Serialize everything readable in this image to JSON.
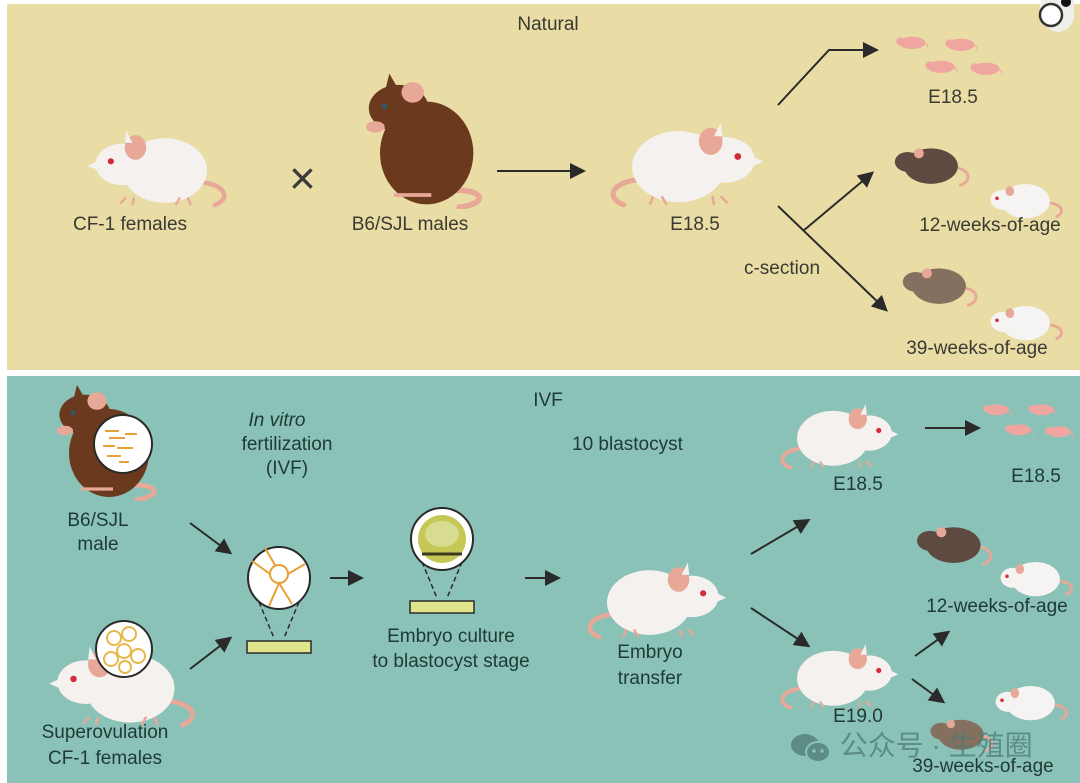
{
  "natural_panel": {
    "title": "Natural",
    "labels": {
      "female": "CF-1 females",
      "male": "B6/SJL males",
      "pregnant": "E18.5",
      "csection": "c-section",
      "pups": "E18.5",
      "age12": "12-weeks-of-age",
      "age39": "39-weeks-of-age"
    },
    "cross_symbol": "×"
  },
  "ivf_panel": {
    "title": "IVF",
    "labels": {
      "male_line1": "B6/SJL",
      "male_line2": "male",
      "female_line1": "Superovulation",
      "female_line2": "CF-1 females",
      "ivf_line1": "In vitro",
      "ivf_line2": "fertilization",
      "ivf_line3": "(IVF)",
      "culture_line1": "Embryo culture",
      "culture_line2": "to blastocyst stage",
      "blastocyst": "10 blastocyst",
      "transfer_line1": "Embryo",
      "transfer_line2": "transfer",
      "surrogate_a": "E18.5",
      "pups": "E18.5",
      "surrogate_b": "E19.0",
      "age12": "12-weeks-of-age",
      "age39": "39-weeks-of-age"
    }
  },
  "watermark": {
    "icon": "wechat-icon",
    "text": "公众号 · 生殖圈"
  },
  "colors": {
    "natural_bg": "#e9dca4",
    "ivf_bg": "#8ac2b8",
    "white_mouse": "#f4f1ee",
    "brown_mouse": "#6b3a1e",
    "grey_brown_mouse": "#7d6a5a",
    "pink": "#e8a898",
    "arrow": "#2a2a2a"
  }
}
